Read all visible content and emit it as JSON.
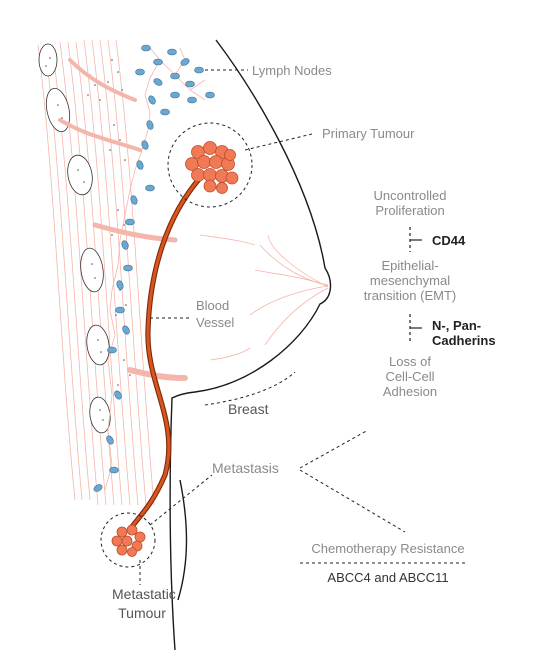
{
  "labels": {
    "lymph_nodes": "Lymph Nodes",
    "primary_tumour": "Primary Tumour",
    "blood_vessel_line1": "Blood",
    "blood_vessel_line2": "Vessel",
    "breast": "Breast",
    "metastasis": "Metastasis",
    "metastatic_line1": "Metastatic",
    "metastatic_line2": "Tumour"
  },
  "pathway": {
    "step1_line1": "Uncontrolled",
    "step1_line2": "Proliferation",
    "marker1": "CD44",
    "step2_line1": "Epithelial-",
    "step2_line2": "mesenchymal",
    "step2_line3": "transition (EMT)",
    "marker2_line1": "N-, Pan-",
    "marker2_line2": "Cadherins",
    "step3_line1": "Loss of",
    "step3_line2": "Cell-Cell",
    "step3_line3": "Adhesion"
  },
  "resistance": {
    "title": "Chemotherapy Resistance",
    "genes": "ABCC4 and ABCC11"
  },
  "colors": {
    "tumour": "#f07a55",
    "tumour_dark": "#c24a2a",
    "vessel": "#c2410f",
    "lymph": "#6aa7d1",
    "tissue": "#f4b6aa",
    "outline": "#1a1a1a"
  }
}
